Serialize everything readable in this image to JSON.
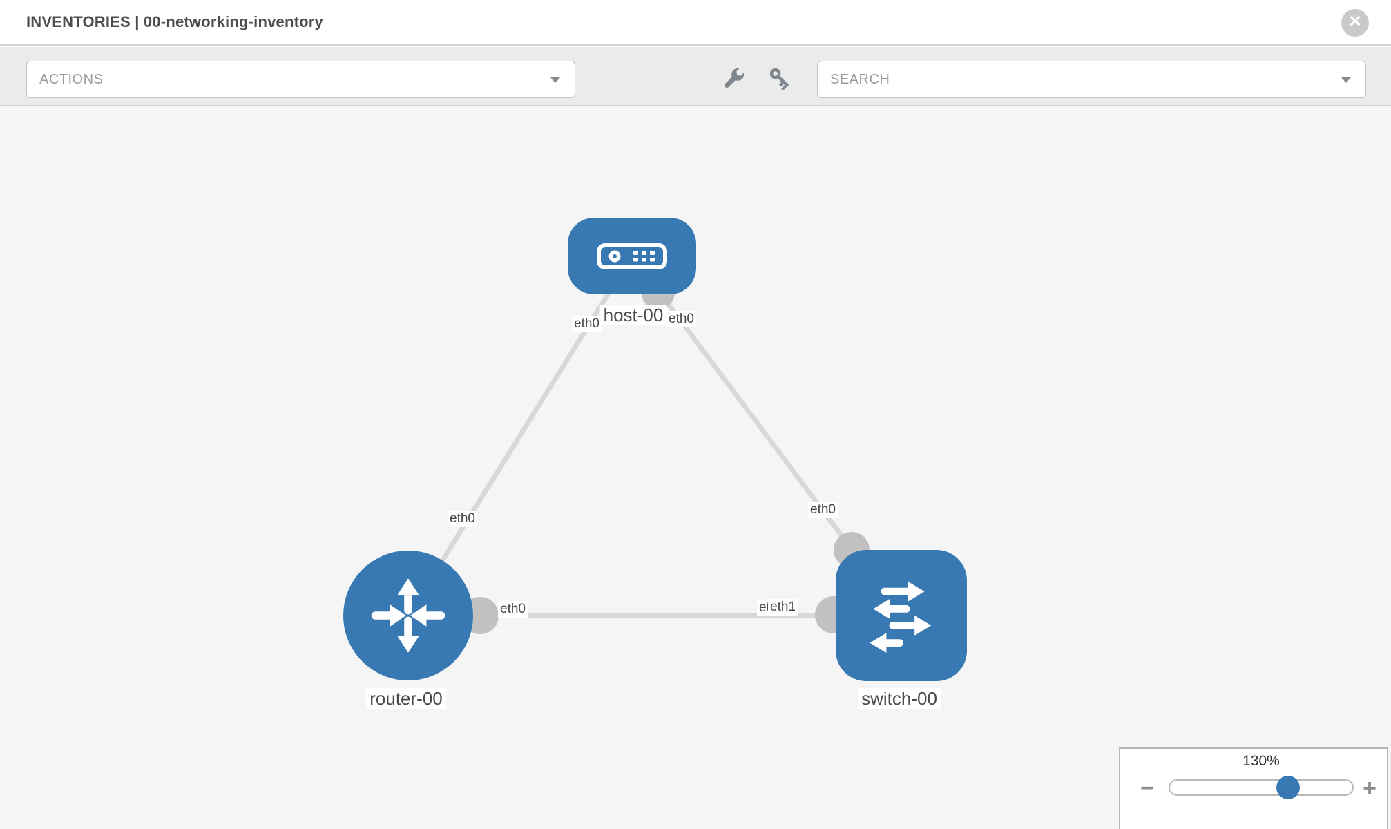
{
  "header": {
    "title": "INVENTORIES | 00-networking-inventory"
  },
  "icons": {
    "close": "×",
    "zoom_out": "−",
    "zoom_in": "+"
  },
  "toolbar": {
    "actions_label": "ACTIONS",
    "search_placeholder": "SEARCH"
  },
  "graph": {
    "nodes": [
      {
        "label": "host-00",
        "type": "host"
      },
      {
        "label": "router-00",
        "type": "router"
      },
      {
        "label": "switch-00",
        "type": "switch"
      }
    ],
    "links": [
      {
        "source": "host-00",
        "target": "router-00",
        "source_interface": "eth0",
        "target_interface": "eth0"
      },
      {
        "source": "host-00",
        "target": "switch-00",
        "source_interface": "eth0",
        "target_interface": "eth0"
      },
      {
        "source": "router-00",
        "target": "switch-00",
        "source_interface": "eth0",
        "target_interface": "eth1",
        "target_interface_duplicate": "eth1"
      }
    ]
  },
  "zoom_control": {
    "level": "130%"
  },
  "colors": {
    "node_blue": "#3879b4",
    "edge_gray": "#d8d8d8",
    "connector_gray": "#c1c1c1",
    "toolbar_bg": "#ebebeb",
    "canvas_bg": "#f5f5f5"
  }
}
